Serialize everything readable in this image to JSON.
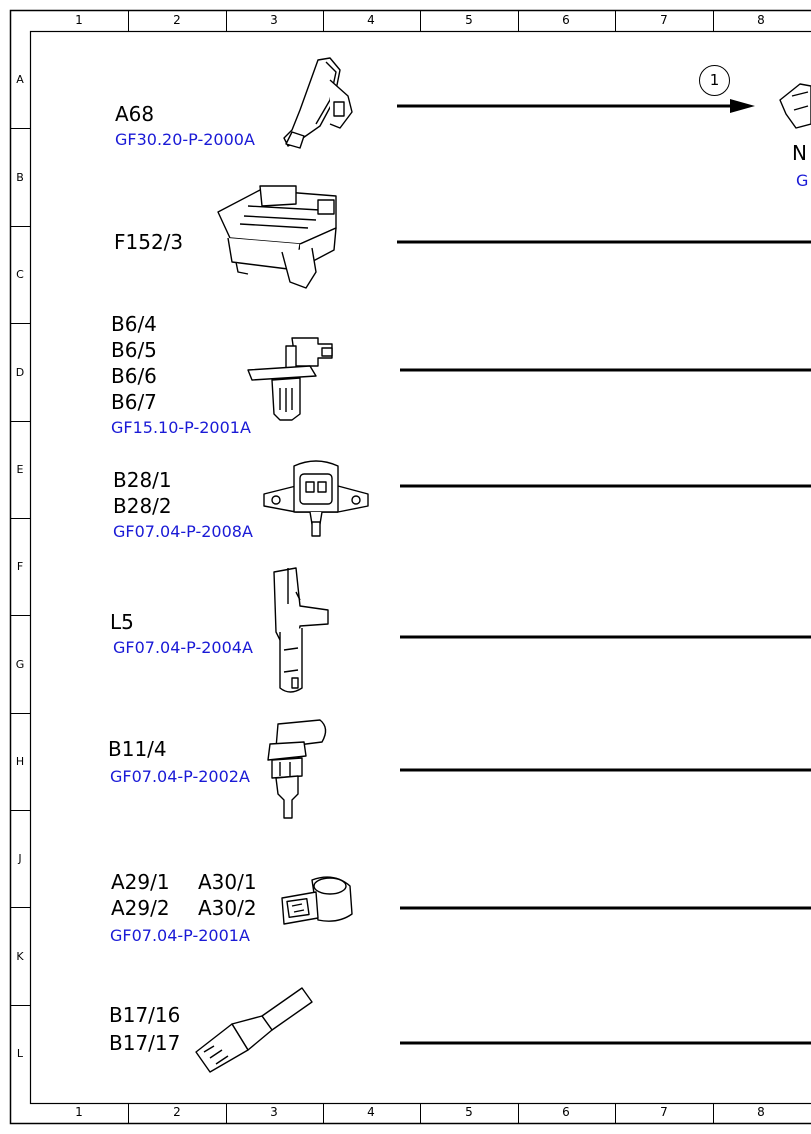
{
  "frame": {
    "columns": [
      "1",
      "2",
      "3",
      "4",
      "5",
      "6",
      "7",
      "8"
    ],
    "rows": [
      "A",
      "B",
      "C",
      "D",
      "E",
      "F",
      "G",
      "H",
      "J",
      "K",
      "L"
    ]
  },
  "components": [
    {
      "id": "a68",
      "codes": [
        "A68"
      ],
      "ref": "GF30.20-P-2000A",
      "icon": "accelerator-pedal-icon"
    },
    {
      "id": "f152",
      "codes": [
        "F152/3"
      ],
      "ref": "",
      "icon": "fuse-relay-box-icon"
    },
    {
      "id": "b6",
      "codes": [
        "B6/4",
        "B6/5",
        "B6/6",
        "B6/7"
      ],
      "ref": "GF15.10-P-2001A",
      "icon": "camshaft-hall-sensor-icon"
    },
    {
      "id": "b28",
      "codes": [
        "B28/1",
        "B28/2"
      ],
      "ref": "GF07.04-P-2008A",
      "icon": "pressure-sensor-icon"
    },
    {
      "id": "l5",
      "codes": [
        "L5"
      ],
      "ref": "GF07.04-P-2004A",
      "icon": "crankshaft-position-sensor-icon"
    },
    {
      "id": "b11",
      "codes": [
        "B11/4"
      ],
      "ref": "GF07.04-P-2002A",
      "icon": "coolant-temperature-sensor-icon"
    },
    {
      "id": "knock",
      "codes_left": [
        "A29/1",
        "A29/2"
      ],
      "codes_right": [
        "A30/1",
        "A30/2"
      ],
      "ref": "GF07.04-P-2001A",
      "icon": "knock-sensor-icon"
    },
    {
      "id": "b17",
      "codes": [
        "B17/16",
        "B17/17"
      ],
      "ref": "",
      "icon": "temperature-sensor-icon"
    }
  ],
  "callout": {
    "number": "1"
  },
  "cut_off_label": {
    "code": "N",
    "ref": "G"
  },
  "colors": {
    "ref_text": "#1a1ad6",
    "lines": "#000000"
  }
}
